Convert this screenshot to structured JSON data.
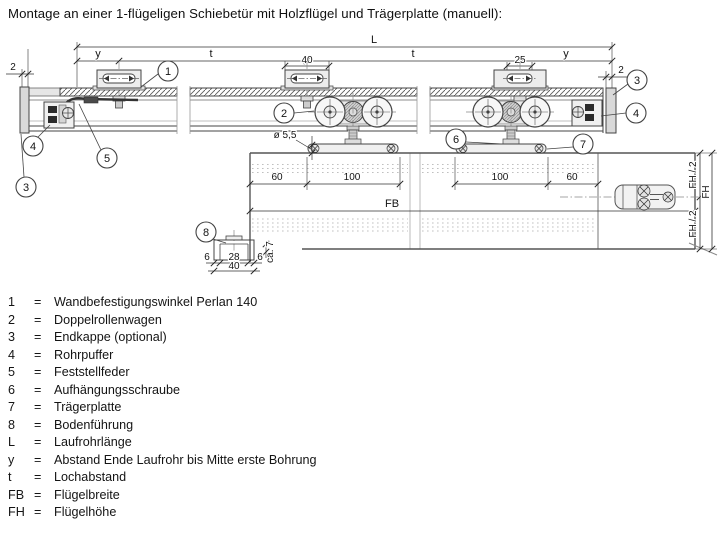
{
  "title": "Montage an einer 1-flügeligen Schiebetür mit Holzflügel und Trägerplatte (manuell):",
  "callouts": {
    "c1": "1",
    "c2": "2",
    "c3": "3",
    "c4": "4",
    "c5": "5",
    "c6": "6",
    "c7": "7",
    "c8": "8"
  },
  "dims": {
    "L": "L",
    "y": "y",
    "t": "t",
    "two": "2",
    "forty": "40",
    "twentyfive": "25",
    "dia55": "ø 5,5",
    "sixty": "60",
    "hundred": "100",
    "fb": "FB",
    "fh_half": "FH / 2",
    "fh": "FH",
    "six": "6",
    "twentyeight": "28",
    "ca7": "ca. 7"
  },
  "legend": {
    "separator": "=",
    "items": [
      {
        "key": "1",
        "label": "Wandbefestigungswinkel Perlan 140"
      },
      {
        "key": "2",
        "label": "Doppelrollenwagen"
      },
      {
        "key": "3",
        "label": "Endkappe (optional)"
      },
      {
        "key": "4",
        "label": "Rohrpuffer"
      },
      {
        "key": "5",
        "label": "Feststellfeder"
      },
      {
        "key": "6",
        "label": "Aufhängungsschraube"
      },
      {
        "key": "7",
        "label": "Trägerplatte"
      },
      {
        "key": "8",
        "label": "Bodenführung"
      },
      {
        "key": "L",
        "label": "Laufrohrlänge"
      },
      {
        "key": "y",
        "label": "Abstand Ende Laufrohr bis Mitte erste Bohrung"
      },
      {
        "key": "t",
        "label": "Lochabstand"
      },
      {
        "key": "FB",
        "label": "Flügelbreite"
      },
      {
        "key": "FH",
        "label": "Flügelhöhe"
      }
    ]
  }
}
